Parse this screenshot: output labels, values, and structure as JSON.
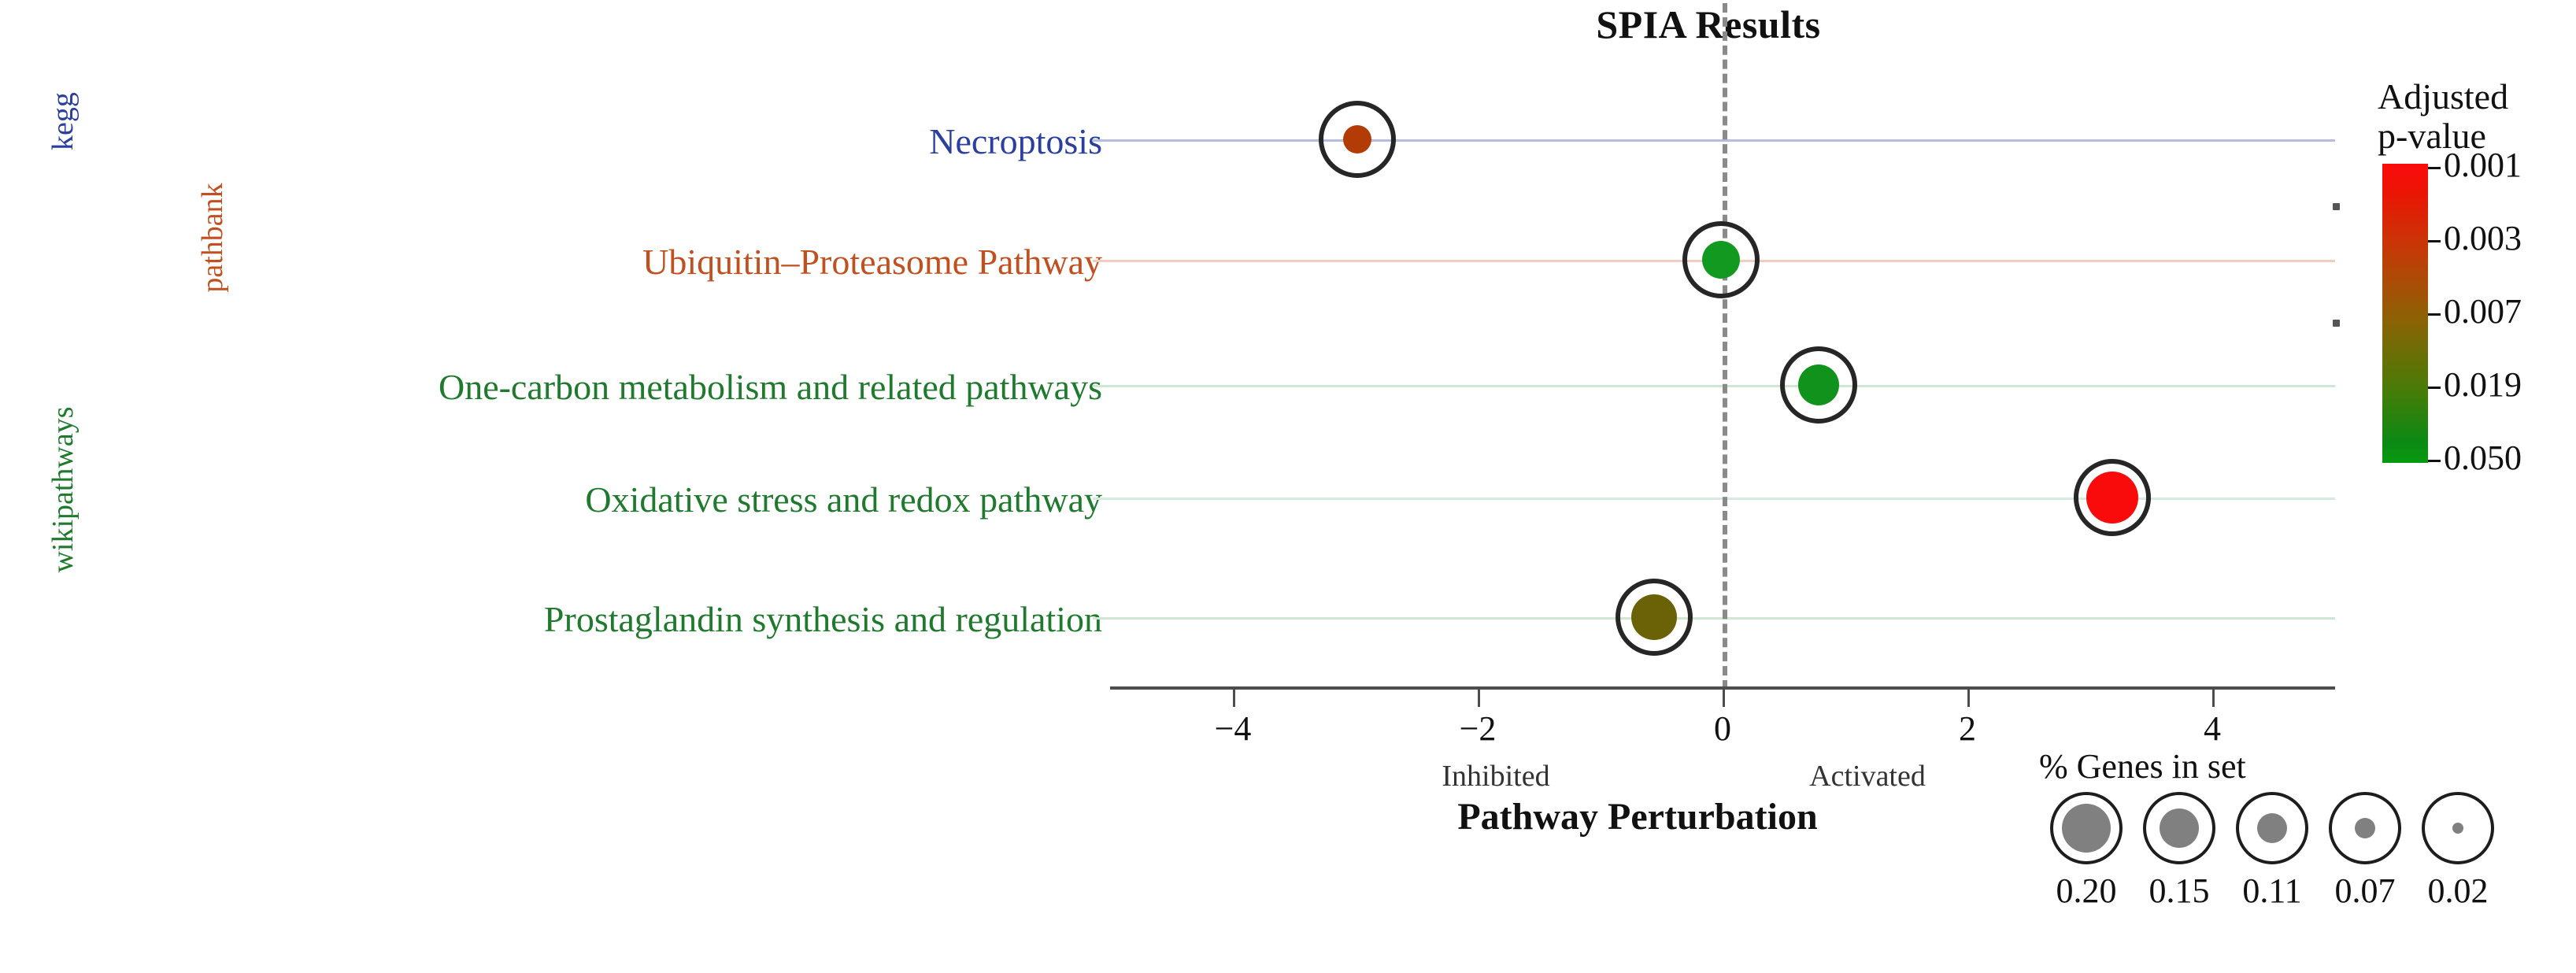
{
  "chart_data": {
    "type": "scatter",
    "title": "SPIA Results",
    "xlabel": "Pathway Perturbation",
    "ylabel": "",
    "xlim": [
      -5.0,
      5.0
    ],
    "xticks": [
      -4,
      -2,
      0,
      2,
      4
    ],
    "xticklabels": [
      "−4",
      "−2",
      "0",
      "2",
      "4"
    ],
    "x_axis_annotations": [
      {
        "label": "Inhibited",
        "x": -1.8
      },
      {
        "label": "Activated",
        "x": 1.2
      }
    ],
    "grid": "horizontal",
    "reference_line": {
      "x": 0,
      "style": "dashed",
      "color": "#8a8a8a"
    },
    "categories": [
      "Necroptosis",
      "Ubiquitin–Proteasome Pathway",
      "One-carbon metabolism and related pathways",
      "Oxidative stress and redox pathway",
      "Prostaglandin synthesis and regulation"
    ],
    "points": [
      {
        "pathway": "Necroptosis",
        "database": "kegg",
        "x": -2.95,
        "adjusted_p_value": 0.006,
        "pct_genes_in_set": 0.07,
        "dot_color": "#b33b06",
        "row_color": "#b6bcdf"
      },
      {
        "pathway": "Ubiquitin–Proteasome Pathway",
        "database": "pathbank",
        "x": -0.02,
        "adjusted_p_value": 0.047,
        "pct_genes_in_set": 0.1,
        "dot_color": "#119a1f",
        "row_color": "#f1cdbf"
      },
      {
        "pathway": "One-carbon metabolism and related pathways",
        "database": "wikipathways",
        "x": 0.78,
        "adjusted_p_value": 0.042,
        "pct_genes_in_set": 0.11,
        "dot_color": "#11921c",
        "row_color": "#cfe6d2"
      },
      {
        "pathway": "Oxidative stress and redox pathway",
        "database": "wikipathways",
        "x": 3.18,
        "adjusted_p_value": 0.001,
        "pct_genes_in_set": 0.2,
        "dot_color": "#fa0b0b",
        "row_color": "#d6eade"
      },
      {
        "pathway": "Prostaglandin synthesis and regulation",
        "database": "wikipathways",
        "x": -0.56,
        "adjusted_p_value": 0.013,
        "pct_genes_in_set": 0.15,
        "dot_color": "#6b6207",
        "row_color": "#cfe6d2"
      }
    ],
    "database_groups": [
      {
        "name": "kegg",
        "color": "#2a3f9e",
        "rows": [
          "Necroptosis"
        ]
      },
      {
        "name": "pathbank",
        "color": "#c0501f",
        "rows": [
          "Ubiquitin–Proteasome Pathway"
        ]
      },
      {
        "name": "wikipathways",
        "color": "#1f7a2e",
        "rows": [
          "One-carbon metabolism and related pathways",
          "Oxidative stress and redox pathway",
          "Prostaglandin synthesis and regulation"
        ]
      }
    ],
    "color_legend": {
      "title_line1": "Adjusted",
      "title_line2": "p-value",
      "ticks": [
        "0.001",
        "0.003",
        "0.007",
        "0.019",
        "0.050"
      ],
      "high_color": "#fb0c0c",
      "low_color": "#089a10"
    },
    "size_legend": {
      "title": "% Genes in set",
      "values": [
        "0.20",
        "0.15",
        "0.11",
        "0.07",
        "0.02"
      ],
      "dot_color": "#808080"
    }
  }
}
